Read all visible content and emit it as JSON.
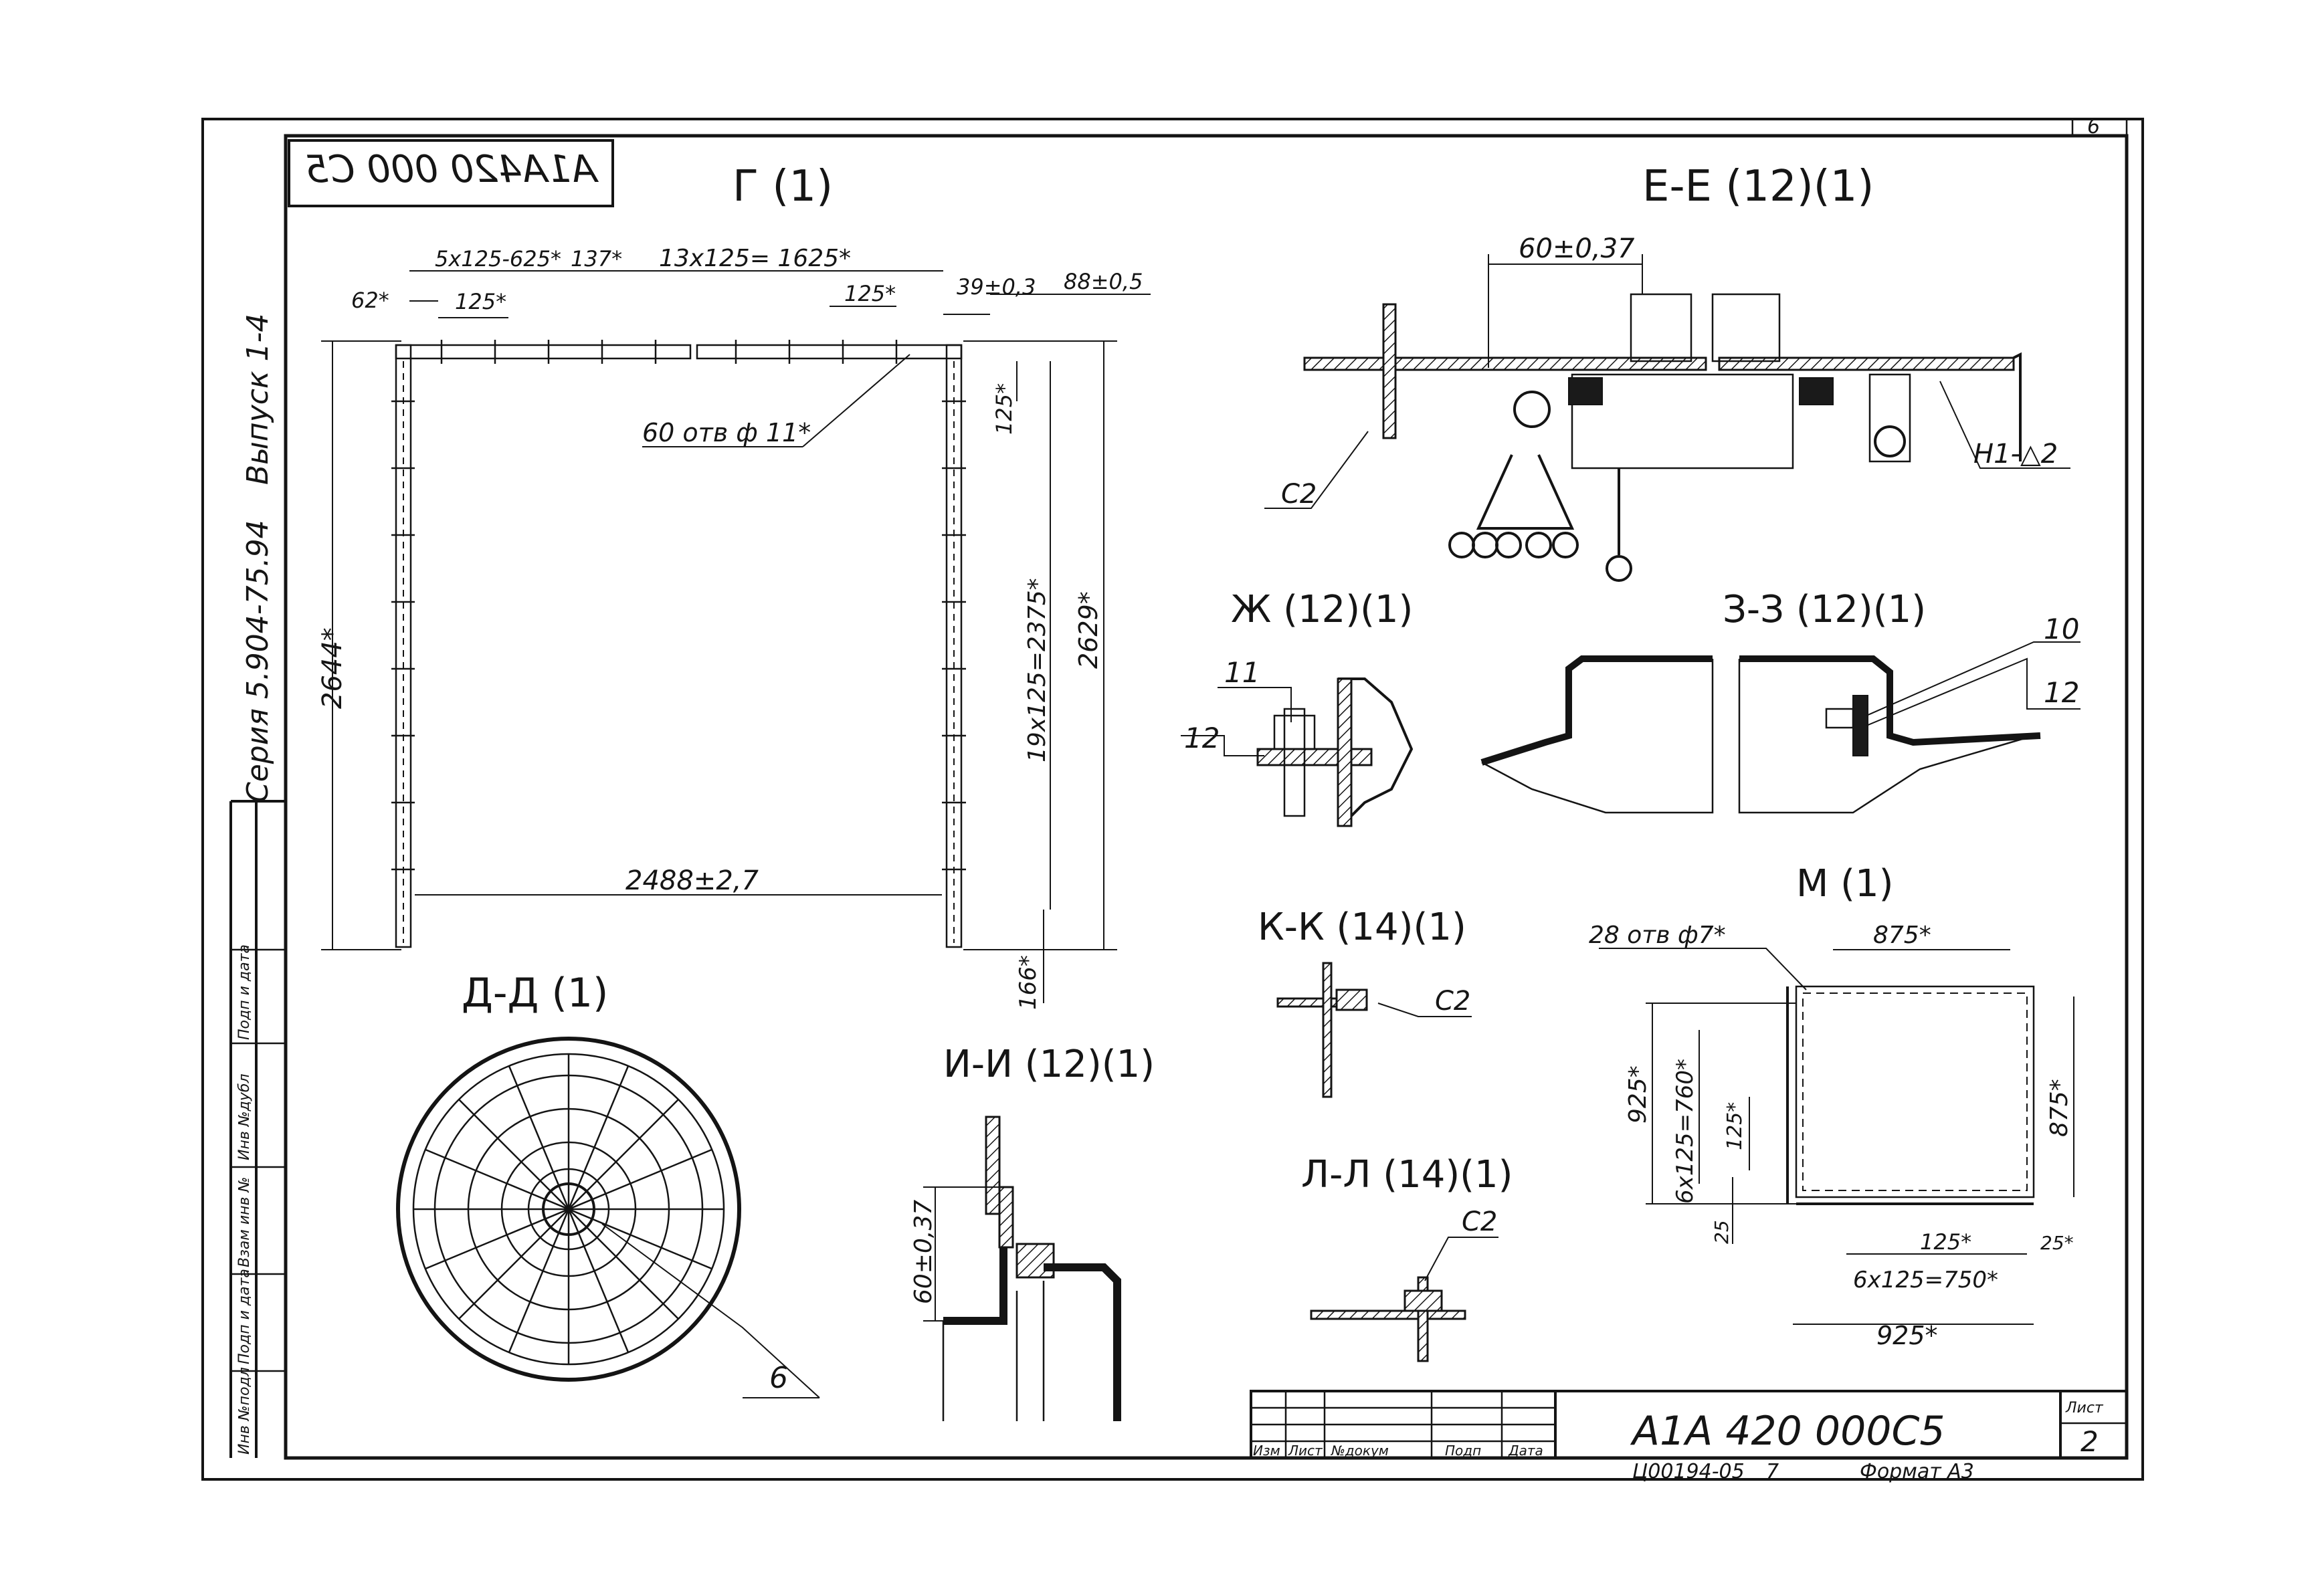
{
  "stamp_top": "A1A420 000 C5",
  "sheet_corner": "6",
  "side": {
    "series": "Серия 5.904-75.94",
    "issue": "Выпуск 1-4",
    "stamp_cells": [
      "Инв №подл",
      "Подп и дата",
      "Взам инв №",
      "Инв №дубл",
      "Подп и дата"
    ]
  },
  "views": {
    "g": {
      "title": "Г (1)",
      "dims": [
        "5x125-625*",
        "137*",
        "13x125= 1625*",
        "62*",
        "125*",
        "125*",
        "39±0,3",
        "88±0,5",
        "60 отв ф 11*",
        "125*",
        "2644*",
        "19x125=2375*",
        "2629*",
        "2488±2,7",
        "166*"
      ]
    },
    "e": {
      "title": "Е-Е (12)(1)",
      "dims": [
        "60±0,37"
      ],
      "labels": [
        "C2",
        "H1-△2"
      ]
    },
    "zh": {
      "title": "Ж (12)(1)",
      "labels": [
        "11",
        "12"
      ]
    },
    "z": {
      "title": "З-З (12)(1)",
      "labels": [
        "10",
        "12"
      ]
    },
    "d": {
      "title": "Д-Д (1)",
      "labels": [
        "6"
      ]
    },
    "i": {
      "title": "И-И (12)(1)",
      "dims": [
        "60±0,37"
      ]
    },
    "k": {
      "title": "К-К (14)(1)",
      "labels": [
        "C2"
      ]
    },
    "l": {
      "title": "Л-Л (14)(1)",
      "labels": [
        "C2"
      ]
    },
    "m": {
      "title": "М (1)",
      "dims": [
        "28 отв ф7*",
        "875*",
        "925*",
        "6x125=760*",
        "125*",
        "875*",
        "25",
        "125*",
        "25*",
        "6x125=750*",
        "925*"
      ]
    }
  },
  "title_block": {
    "designation": "А1А 420 000С5",
    "sheet_label": "Лист",
    "sheet_number": "2",
    "columns": [
      "Изм",
      "Лист",
      "№докум",
      "Подп",
      "Дата"
    ]
  },
  "footer": {
    "code": "Ц00194-05",
    "copy": "7",
    "format": "Формат А3"
  }
}
